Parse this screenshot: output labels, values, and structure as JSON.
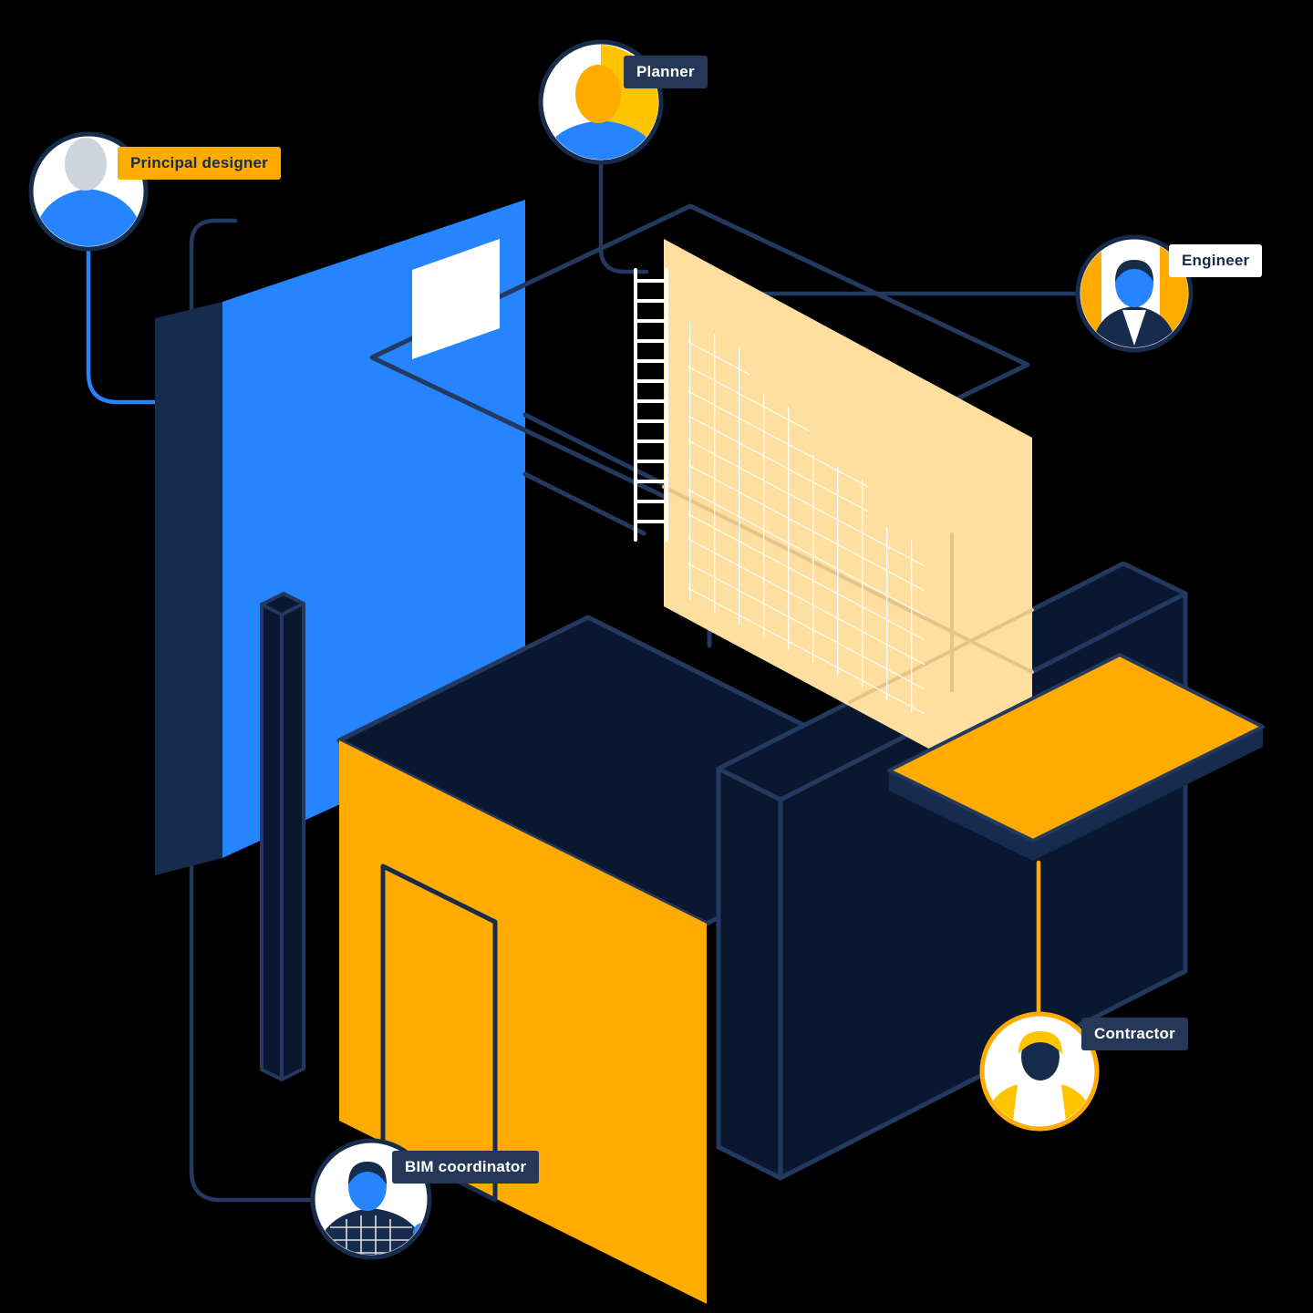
{
  "roles": [
    {
      "label": "Principal designer",
      "label_style": "orange",
      "avatar_icon": "principal-designer-avatar",
      "ring_color": "#172B4D",
      "connector_color": "#2684FF"
    },
    {
      "label": "Planner",
      "label_style": "navy",
      "avatar_icon": "planner-avatar",
      "ring_color": "#172B4D",
      "connector_color": "#24395F"
    },
    {
      "label": "Engineer",
      "label_style": "white",
      "avatar_icon": "engineer-avatar",
      "ring_color": "#172B4D",
      "connector_color": "#24395F"
    },
    {
      "label": "Contractor",
      "label_style": "navy",
      "avatar_icon": "contractor-avatar",
      "ring_color": "#FFAB00",
      "connector_color": "#FFAB00"
    },
    {
      "label": "BIM coordinator",
      "label_style": "navy",
      "avatar_icon": "bim-coordinator-avatar",
      "ring_color": "#172B4D",
      "connector_color": "#24395F"
    }
  ],
  "colors": {
    "background": "#000000",
    "blue": "#2684FF",
    "navy": "#172B4D",
    "line": "#24395F",
    "mass": "#0A1730",
    "orange": "#FFAB00",
    "yellow": "#FFC400",
    "amber": "#FFDFA0",
    "label_navy": "#253858"
  }
}
